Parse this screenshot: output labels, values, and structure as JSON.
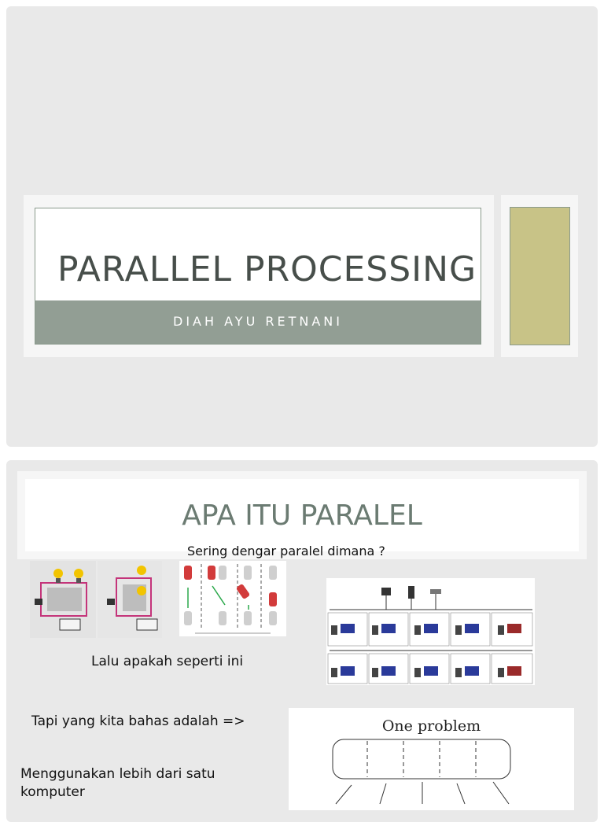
{
  "slide1": {
    "title": "PARALLEL PROCESSING",
    "subtitle": "DIAH AYU RETNANI",
    "accent_color": "#c8c387"
  },
  "slide2": {
    "title": "APA ITU PARALEL",
    "subtitle": "Sering dengar paralel dimana ?",
    "line1": "Lalu apakah seperti ini",
    "line2": "Tapi yang kita bahas adalah =>",
    "line3_a": "Menggunakan lebih dari satu",
    "line3_b": "komputer",
    "diagram_title": "One problem"
  }
}
